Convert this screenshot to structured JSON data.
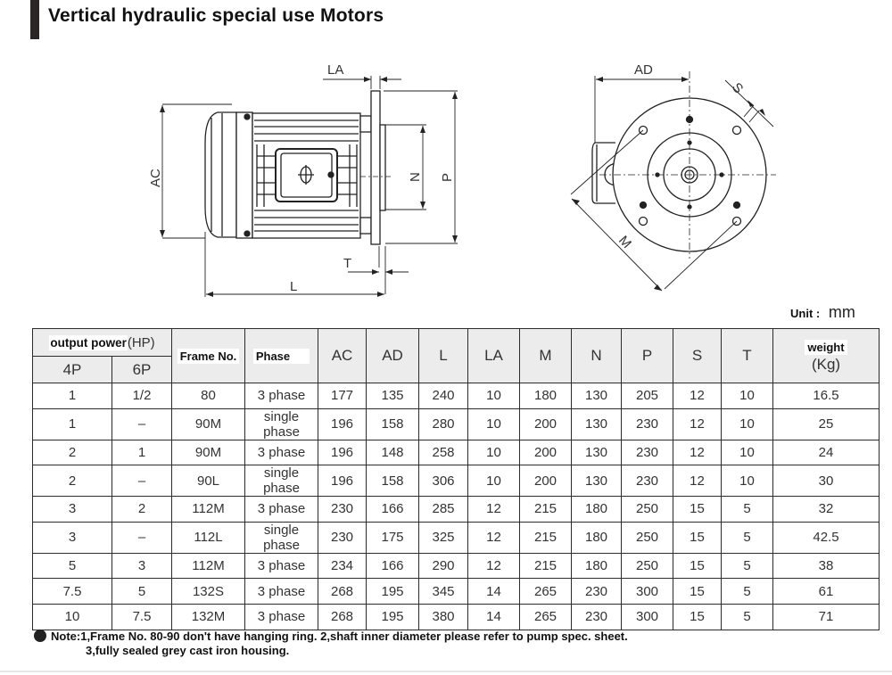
{
  "page": {
    "title": "Vertical hydraulic special use Motors"
  },
  "drawing": {
    "side_view_labels": {
      "la": "LA",
      "ac": "AC",
      "n": "N",
      "p": "P",
      "t": "T",
      "l": "L"
    },
    "front_view_labels": {
      "ad": "AD",
      "s": "S",
      "m": "M"
    }
  },
  "unit": {
    "label": "Unit",
    "separator": ":",
    "value": "mm"
  },
  "table": {
    "headers": {
      "output_power": "output power",
      "output_power_unit": "(HP)",
      "pole_4": "4P",
      "pole_6": "6P",
      "frame": "Frame No.",
      "phase": "Phase",
      "ac": "AC",
      "ad": "AD",
      "l": "L",
      "la": "LA",
      "m": "M",
      "n": "N",
      "p": "P",
      "s": "S",
      "t": "T",
      "weight": "weight",
      "weight_unit": "(Kg)"
    },
    "rows": [
      {
        "p4": "1",
        "p6": "1/2",
        "frame": "80",
        "phase": "3 phase",
        "ac": "177",
        "ad": "135",
        "l": "240",
        "la": "10",
        "m": "180",
        "n": "130",
        "p": "205",
        "s": "12",
        "t": "10",
        "weight": "16.5"
      },
      {
        "p4": "1",
        "p6": "–",
        "frame": "90M",
        "phase": "single phase",
        "ac": "196",
        "ad": "158",
        "l": "280",
        "la": "10",
        "m": "200",
        "n": "130",
        "p": "230",
        "s": "12",
        "t": "10",
        "weight": "25"
      },
      {
        "p4": "2",
        "p6": "1",
        "frame": "90M",
        "phase": "3 phase",
        "ac": "196",
        "ad": "148",
        "l": "258",
        "la": "10",
        "m": "200",
        "n": "130",
        "p": "230",
        "s": "12",
        "t": "10",
        "weight": "24"
      },
      {
        "p4": "2",
        "p6": "–",
        "frame": "90L",
        "phase": "single phase",
        "ac": "196",
        "ad": "158",
        "l": "306",
        "la": "10",
        "m": "200",
        "n": "130",
        "p": "230",
        "s": "12",
        "t": "10",
        "weight": "30"
      },
      {
        "p4": "3",
        "p6": "2",
        "frame": "112M",
        "phase": "3 phase",
        "ac": "230",
        "ad": "166",
        "l": "285",
        "la": "12",
        "m": "215",
        "n": "180",
        "p": "250",
        "s": "15",
        "t": "5",
        "weight": "32"
      },
      {
        "p4": "3",
        "p6": "–",
        "frame": "112L",
        "phase": "single phase",
        "ac": "230",
        "ad": "175",
        "l": "325",
        "la": "12",
        "m": "215",
        "n": "180",
        "p": "250",
        "s": "15",
        "t": "5",
        "weight": "42.5"
      },
      {
        "p4": "5",
        "p6": "3",
        "frame": "112M",
        "phase": "3 phase",
        "ac": "234",
        "ad": "166",
        "l": "290",
        "la": "12",
        "m": "215",
        "n": "180",
        "p": "250",
        "s": "15",
        "t": "5",
        "weight": "38"
      },
      {
        "p4": "7.5",
        "p6": "5",
        "frame": "132S",
        "phase": "3 phase",
        "ac": "268",
        "ad": "195",
        "l": "345",
        "la": "14",
        "m": "265",
        "n": "230",
        "p": "300",
        "s": "15",
        "t": "5",
        "weight": "61"
      },
      {
        "p4": "10",
        "p6": "7.5",
        "frame": "132M",
        "phase": "3 phase",
        "ac": "268",
        "ad": "195",
        "l": "380",
        "la": "14",
        "m": "265",
        "n": "230",
        "p": "300",
        "s": "15",
        "t": "5",
        "weight": "71"
      }
    ]
  },
  "note": {
    "line1": "Note:1,Frame No. 80-90 don't have hanging ring. 2,shaft inner diameter please refer to pump spec. sheet.",
    "line2": "3,fully sealed grey cast iron housing."
  }
}
